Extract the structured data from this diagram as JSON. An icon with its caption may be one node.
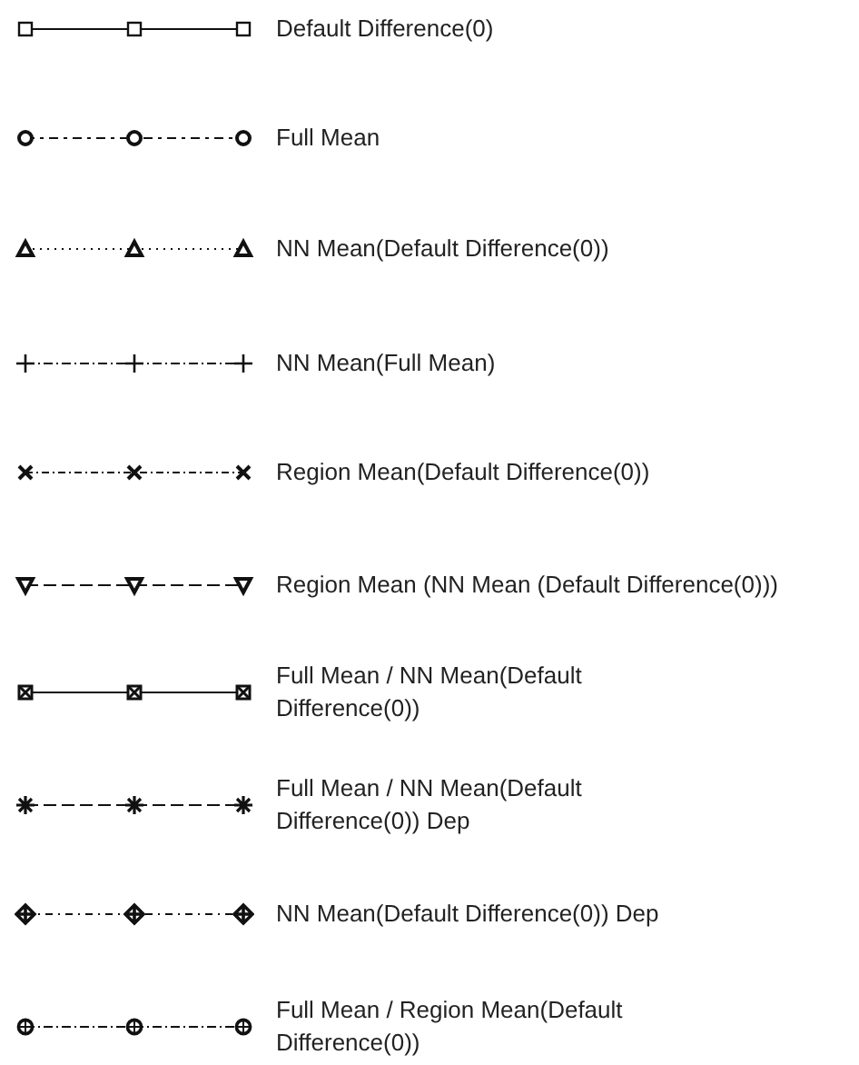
{
  "diagram": {
    "legend": [
      {
        "text": "Default Difference(0)"
      },
      {
        "text": "Full Mean"
      },
      {
        "text": "NN Mean(Default Difference(0))"
      },
      {
        "text": "NN Mean(Full Mean)"
      },
      {
        "text": "Region Mean(Default Difference(0))"
      },
      {
        "text": "Region Mean (NN Mean (Default Difference(0)))"
      },
      {
        "text": "Full Mean / NN Mean(Default Difference(0))"
      },
      {
        "text": "Full Mean / NN Mean(Default Difference(0)) Dep"
      },
      {
        "text": "NN Mean(Default Difference(0)) Dep"
      },
      {
        "text": "Full Mean / Region Mean(Default Difference(0))"
      }
    ]
  }
}
